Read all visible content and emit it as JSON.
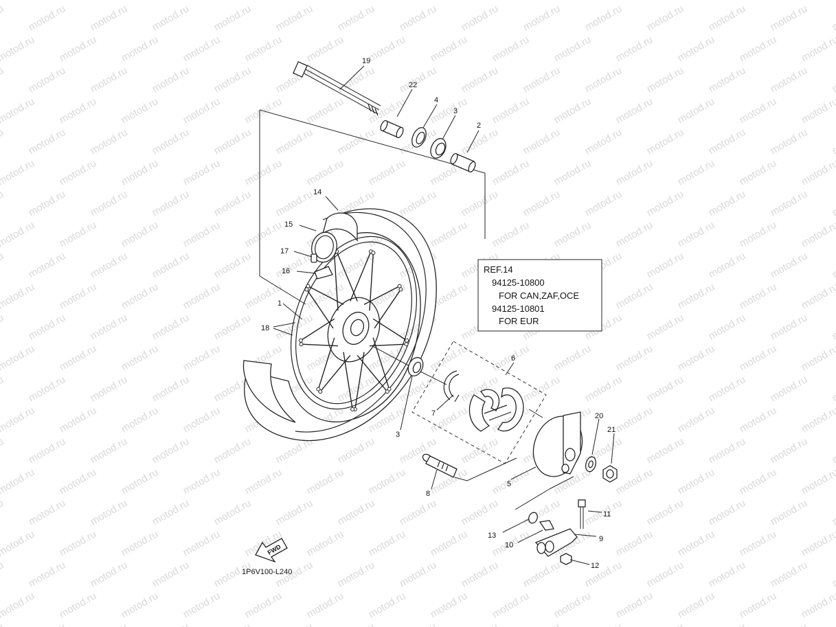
{
  "watermark": "motod.ru",
  "callouts": {
    "c1": "1",
    "c2": "2",
    "c3a": "3",
    "c3b": "3",
    "c4": "4",
    "c5": "5",
    "c6": "6",
    "c7": "7",
    "c8": "8",
    "c9": "9",
    "c10": "10",
    "c11": "11",
    "c12": "12",
    "c13": "13",
    "c14": "14",
    "c15": "15",
    "c16": "16",
    "c17": "17",
    "c18": "18",
    "c19": "19",
    "c20": "20",
    "c21": "21",
    "c22": "22"
  },
  "ref_box": {
    "line1": "REF.14",
    "line2": "94125-10800",
    "line3": "FOR CAN,ZAF,OCE",
    "line4": "94125-10801",
    "line5": "FOR EUR"
  },
  "fwd_label": "FWD",
  "diagram_code": "1P6V100-L240"
}
